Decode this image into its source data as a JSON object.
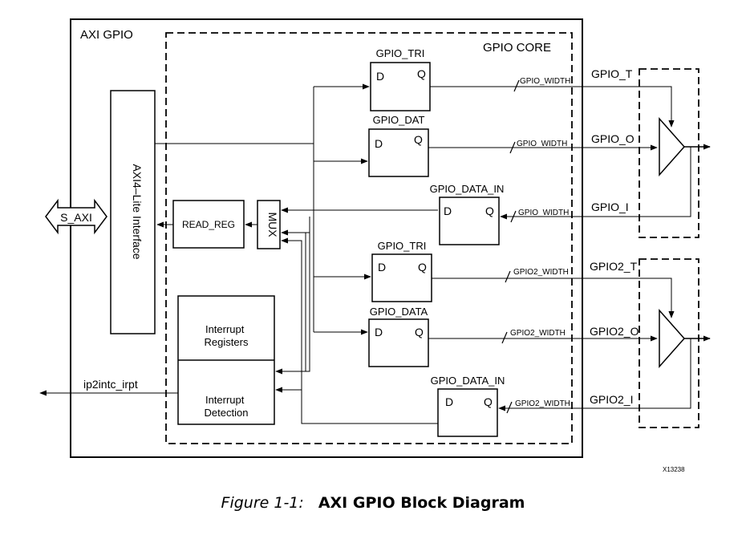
{
  "figure": {
    "number": "Figure 1-1:",
    "title": "AXI GPIO Block Diagram",
    "ref_id": "X13238"
  },
  "blocks": {
    "outer_label": "AXI GPIO",
    "core_label": "GPIO CORE",
    "s_axi": "S_AXI",
    "axi4_lite": "AXI4–Lite Interface",
    "read_reg": "READ_REG",
    "mux": "MUX",
    "interrupt_registers": [
      "Interrupt",
      "Registers"
    ],
    "interrupt_detection": [
      "Interrupt",
      "Detection"
    ],
    "ip2intc": "ip2intc_irpt"
  },
  "registers": [
    {
      "name": "GPIO_TRI",
      "d": "D",
      "q": "Q"
    },
    {
      "name": "GPIO_DAT",
      "d": "D",
      "q": "Q"
    },
    {
      "name": "GPIO_DATA_IN",
      "d": "D",
      "q": "Q"
    },
    {
      "name": "GPIO_TRI",
      "d": "D",
      "q": "Q"
    },
    {
      "name": "GPIO_DATA",
      "d": "D",
      "q": "Q"
    },
    {
      "name": "GPIO_DATA_IN",
      "d": "D",
      "q": "Q"
    }
  ],
  "buses": [
    {
      "width": "GPIO_WIDTH",
      "signal": "GPIO_T"
    },
    {
      "width": "GPIO_WIDTH",
      "signal": "GPIO_O"
    },
    {
      "width": "GPIO_WIDTH",
      "signal": "GPIO_I"
    },
    {
      "width": "GPIO2_WIDTH",
      "signal": "GPIO2_T"
    },
    {
      "width": "GPIO2_WIDTH",
      "signal": "GPIO2_O"
    },
    {
      "width": "GPIO2_WIDTH",
      "signal": "GPIO2_I"
    }
  ]
}
